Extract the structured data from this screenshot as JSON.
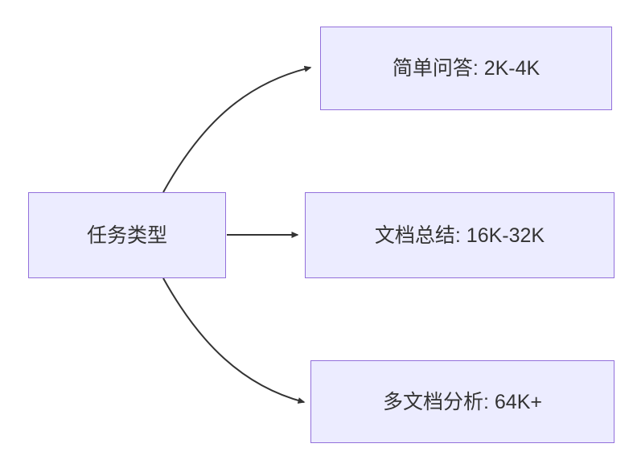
{
  "diagram": {
    "type": "flowchart",
    "direction": "left-to-right",
    "root": {
      "label": "任务类型"
    },
    "nodes": [
      {
        "id": "simple-qa",
        "label": "简单问答: 2K-4K"
      },
      {
        "id": "doc-summary",
        "label": "文档总结: 16K-32K"
      },
      {
        "id": "multi-doc",
        "label": "多文档分析: 64K+"
      }
    ],
    "edges": [
      {
        "from": "任务类型",
        "to": "简单问答: 2K-4K"
      },
      {
        "from": "任务类型",
        "to": "文档总结: 16K-32K"
      },
      {
        "from": "任务类型",
        "to": "多文档分析: 64K+"
      }
    ],
    "colors": {
      "node_fill": "#ECECFF",
      "node_border": "#9370DB",
      "edge_stroke": "#333333",
      "text": "#333333",
      "background": "#ffffff"
    }
  }
}
